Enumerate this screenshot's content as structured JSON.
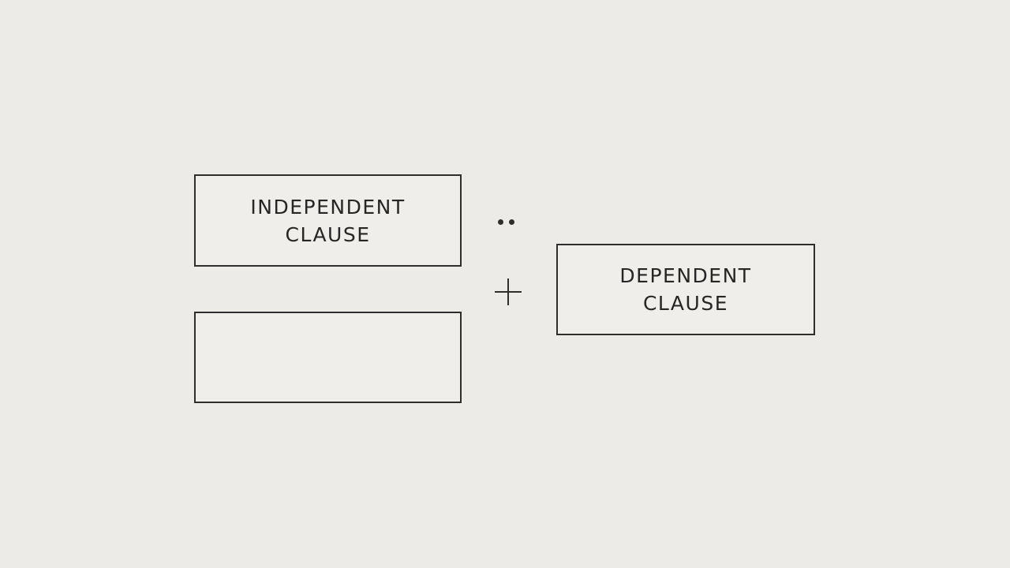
{
  "diagram": {
    "independent_clause": {
      "line1": "INDEPENDENT",
      "line2": "CLAUSE"
    },
    "empty_box_text": "",
    "dependent_clause": {
      "line1": "DEPENDENT",
      "line2": "CLAUSE"
    },
    "connector_symbol": "plus-icon",
    "separator_symbol": "two-dots-icon"
  },
  "colors": {
    "background": "#ecebe8",
    "stroke": "#2e2e2e",
    "text": "#262626"
  }
}
